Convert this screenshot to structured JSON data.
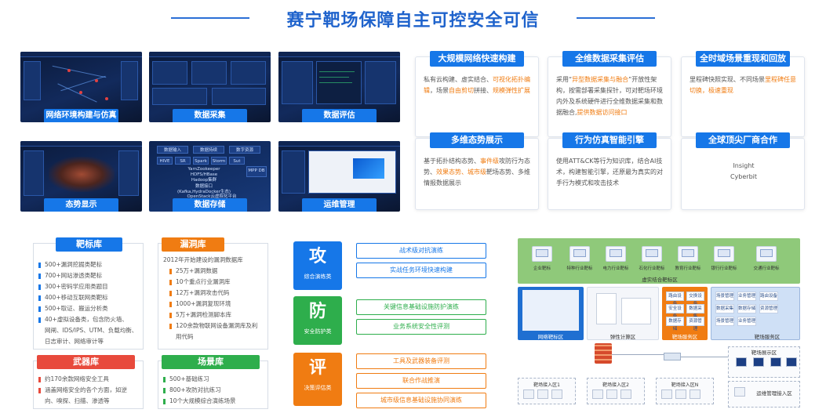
{
  "title": "赛宁靶场保障自主可控安全可信",
  "tiles": [
    {
      "caption": "网络环境构建与仿真"
    },
    {
      "caption": "数据采集"
    },
    {
      "caption": "数据评估"
    },
    {
      "caption": "态势显示"
    },
    {
      "caption": "数据存储"
    },
    {
      "caption": "运维管理"
    }
  ],
  "storage_tile": {
    "tabs": [
      "数据输入",
      "数据持续",
      "数字资源"
    ],
    "row": [
      "HIVE",
      "SR",
      "Spark",
      "Storm",
      "Sut"
    ],
    "middle": [
      "YarnZookeeper",
      "HDFS/HBase",
      "Hadoop集群"
    ],
    "side": "MPP DB",
    "bottom1": "数据接口",
    "bottom2": "(Kafka,HydraDocker生态)",
    "bottom3": "OpenStack云虚拟化平台"
  },
  "cards": [
    {
      "title": "大规模网络快速构建",
      "parts": [
        [
          "私有云构建、虚实结合、",
          false
        ],
        [
          "可视化拓扑编辑",
          true
        ],
        [
          "，场景",
          false
        ],
        [
          "自由剪切",
          true
        ],
        [
          "拼接、",
          false
        ],
        [
          "规模弹性扩展",
          true
        ]
      ]
    },
    {
      "title": "全维数据采集评估",
      "parts": [
        [
          "采用“",
          false
        ],
        [
          "异型数据采集与融合",
          true
        ],
        [
          "”开放性架构，按需部署采集探针，可对靶场环境内外及系统硬件进行全维数据采集和数据融合,",
          false
        ],
        [
          "提供数据访问接口",
          true
        ]
      ]
    },
    {
      "title": "全时域场景重现和回放",
      "parts": [
        [
          "里程碑快照实现、不同场景",
          false
        ],
        [
          "里程碑任意切换，极速重现",
          true
        ]
      ]
    },
    {
      "title": "多维态势展示",
      "parts": [
        [
          "基于拓扑结构态势、",
          false
        ],
        [
          "事件级",
          true
        ],
        [
          "攻防行为态势、",
          false
        ],
        [
          "效果态势、城市级",
          true
        ],
        [
          "靶场态势、多维情报数据展示",
          false
        ]
      ]
    },
    {
      "title": "行为仿真智能引擎",
      "parts": [
        [
          "使用ATT&CK等行为知识库，结合AI技术，构建智能引擎，还原最为真实的对手行为模式和攻击技术",
          false
        ]
      ]
    },
    {
      "title": "全球顶尖厂商合作",
      "lines": [
        "Insight",
        "Cyberbit"
      ]
    }
  ],
  "libraries": {
    "target": {
      "title": "靶标库",
      "items": [
        "500+漏洞挖掘类靶标",
        "700+网站渗透类靶标",
        "300+密码学应用类题目",
        "400+移动互联网类靶标",
        "500+取证、搬运分析类",
        "40+虚拟设备类，包含防火墙、",
        "网闸、IDS/IPS、UTM、负载均衡、",
        "日志审计、网络审计等"
      ]
    },
    "vuln": {
      "title": "漏洞库",
      "intro": "2012年开始建设的漏洞数据库",
      "items": [
        "25万+漏洞数据",
        "10个重点行业漏洞库",
        "12万+漏洞攻击代码",
        "1000+漏洞复现环境",
        "5万+漏洞检测脚本库",
        "120余款物联网设备漏洞库及利",
        "用代码"
      ]
    },
    "weapon": {
      "title": "武器库",
      "items": [
        "约170余款网络安全工具",
        "涵盖网络安全的各个方面，如逆",
        "向、嗅探、扫描、渗透等"
      ]
    },
    "scene": {
      "title": "场景库",
      "items": [
        "500+基础练习",
        "800+攻防对抗练习",
        "10个大规模综合演练场景"
      ]
    }
  },
  "ade": [
    {
      "char": "攻",
      "label": "综合演练类",
      "color": "#1677e8",
      "pills": [
        "战术级对抗演练",
        "实战任务环境快速构建"
      ]
    },
    {
      "char": "防",
      "label": "安全防护类",
      "color": "#2eae4c",
      "pills": [
        "关键信息基础设施防护演练",
        "业务系统安全性评测"
      ]
    },
    {
      "char": "评",
      "label": "决策评估类",
      "color": "#f07c12",
      "pills": [
        "工具及武器装备评测",
        "联合作战推演",
        "城市级信息基础设施协同演练"
      ]
    }
  ],
  "diagram": {
    "top_label": "虚实结合靶标区",
    "industry": [
      "企业靶标",
      "特种行业靶标",
      "电力行业靶标",
      "石化行业靶标",
      "教育行业靶标",
      "银行行业靶标",
      "交通行业靶标"
    ],
    "zones": [
      "网络靶标区",
      "弹性计算区",
      "靶场服务区",
      "靶场服务区"
    ],
    "service_items": [
      "路由设备",
      "交换设备",
      "安全设备",
      "数据采集",
      "数据存储",
      "资源管理",
      "场景管理",
      "业务管理"
    ],
    "display_label": "靶场展示区",
    "ops_label": "运维管理接入区",
    "access": [
      "靶场接入区1",
      "靶场接入区2",
      "靶场接入区N"
    ]
  }
}
